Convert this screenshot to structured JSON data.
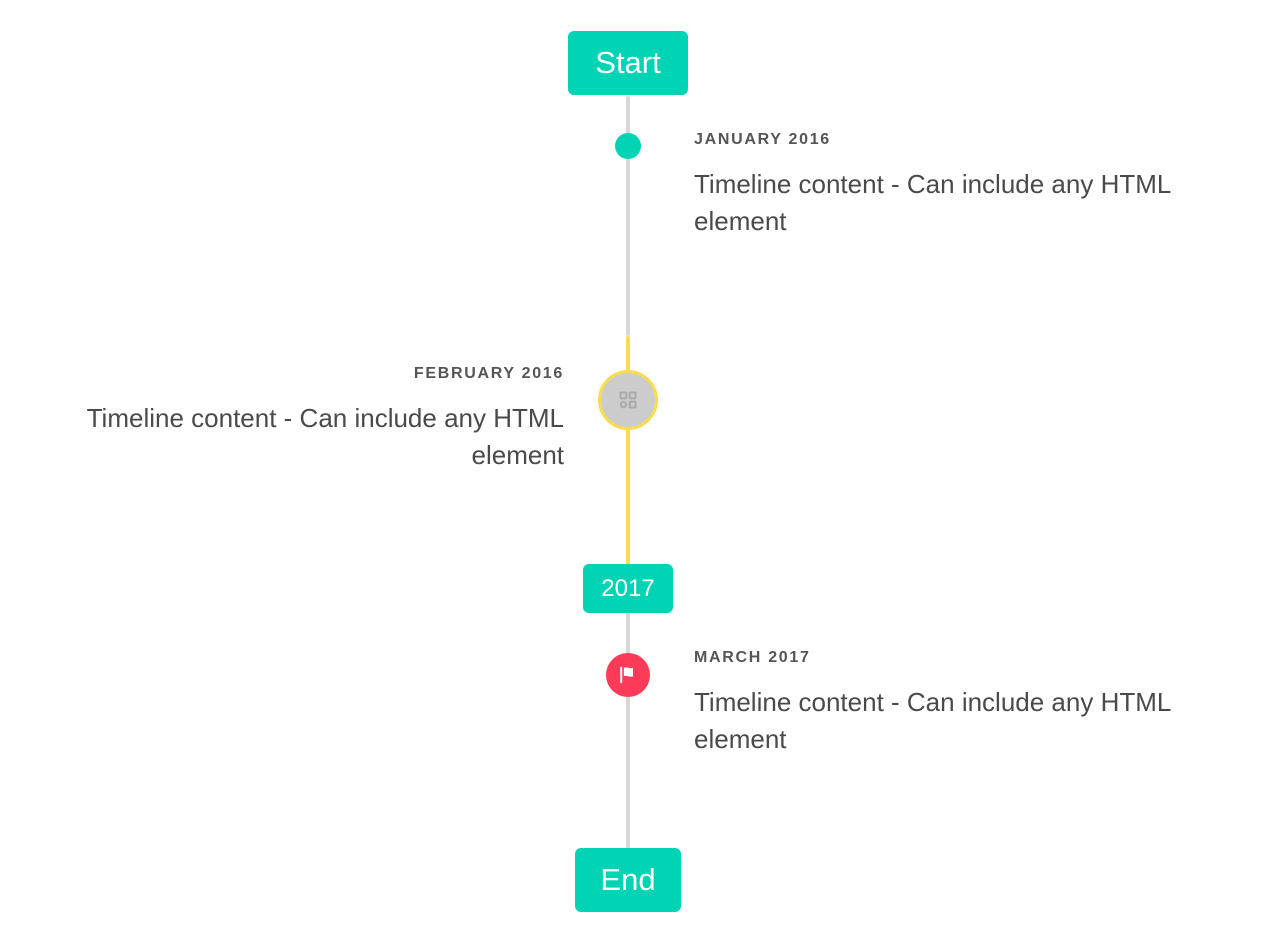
{
  "timeline": {
    "start_badge": {
      "label": "Start"
    },
    "year_badge": {
      "label": "2017"
    },
    "end_badge": {
      "label": "End"
    },
    "colors": {
      "accent_teal": "#00d4b4",
      "line_grey": "#d8d8d8",
      "line_yellow": "#fbdc4e",
      "flag_pink": "#fb3b58",
      "marker_grey": "#cccccc",
      "label_text": "#555555",
      "body_text": "#4a4a4a",
      "background": "#ffffff"
    },
    "entries": [
      {
        "label": "January 2016",
        "body": "Timeline content - Can include any HTML element",
        "side": "right",
        "marker": "dot-marker"
      },
      {
        "label": "February 2016",
        "body": "Timeline content - Can include any HTML element",
        "side": "left",
        "marker": "image-circle-marker"
      },
      {
        "label": "March 2017",
        "body": "Timeline content - Can include any HTML element",
        "side": "right",
        "marker": "flag-marker"
      }
    ]
  }
}
